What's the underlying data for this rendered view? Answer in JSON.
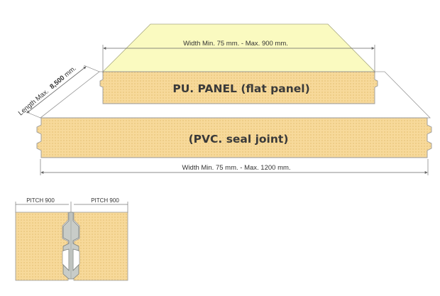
{
  "top_panel": {
    "label": "PU. PANEL (flat panel)",
    "width_dimension": "Width  Min. 75 mm. -  Max. 900  mm."
  },
  "bottom_panel": {
    "label": "(PVC. seal joint)",
    "width_dimension": "Width  Min. 75 mm. -  Max. 1200  mm."
  },
  "length_dimension": {
    "prefix": "Length  Max.",
    "value": "8,500",
    "unit": " mm."
  },
  "detail": {
    "pitch_left": "PITCH  900",
    "pitch_right": "PITCH  900"
  },
  "colors": {
    "core_fill": "#f7d99a",
    "top_face": "#fafac0",
    "outline": "#888888",
    "joint_fill": "#c8ccc8"
  }
}
